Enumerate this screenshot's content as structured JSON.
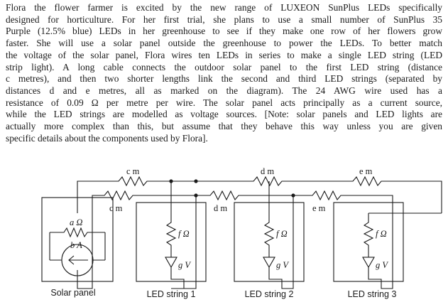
{
  "problem": {
    "lines": [
      "Flora the flower farmer is excited by the new range of LUXEON SunPlus LEDs specifically",
      "designed for horticulture.  For her first trial, she plans to use a small number of SunPlus 35",
      "Purple (12.5% blue) LEDs in her greenhouse to see if they make one row of her flowers grow",
      "faster.  She will use a solar panel outside the greenhouse to power the LEDs.  To better match",
      "the voltage of the solar panel, Flora wires ten LEDs in series to make a single LED string (LED",
      "strip light).  A long cable connects the outdoor solar panel to the first LED string (distance",
      "c metres), and then two shorter lengths link the second and third LED strings (separated by",
      "distances d and e metres, all as marked on the diagram).  The 24 AWG wire used has a",
      "resistance of 0.09 Ω per metre per wire. The solar panel acts principally as a current source,",
      "while the LED strings are modelled as voltage sources. [Note: solar panels and LED lights are",
      "actually more complex than this, but assume that they behave this way unless you are given",
      "specific details about the components used by Flora]."
    ]
  },
  "diagram": {
    "wire_top": [
      "c m",
      "d m",
      "e m"
    ],
    "wire_bottom": [
      "c m",
      "d m",
      "e m"
    ],
    "source_resistor": "a Ω",
    "source_current": "b A",
    "string_resistor": "f Ω",
    "string_voltage": "g V",
    "captions": [
      "Solar panel",
      "LED string 1",
      "LED string 2",
      "LED string 3"
    ]
  }
}
